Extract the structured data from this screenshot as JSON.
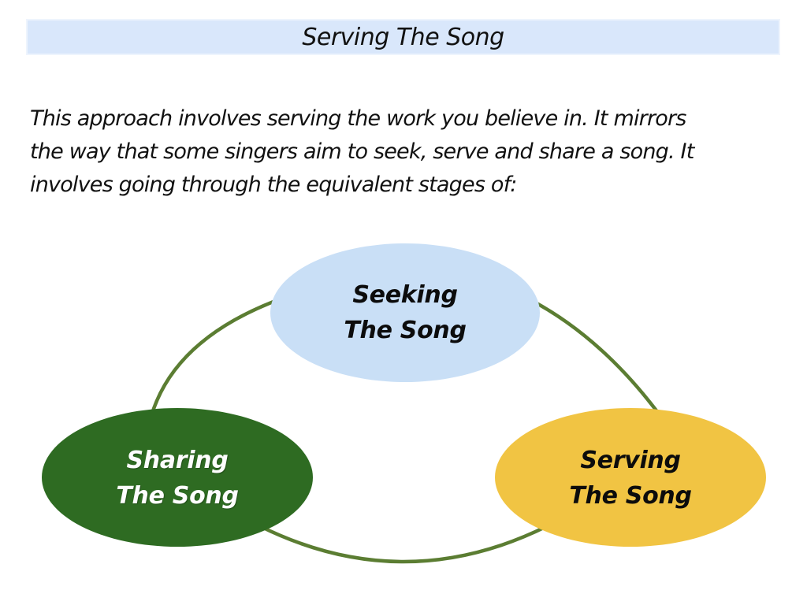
{
  "title": {
    "text": "Serving The Song"
  },
  "intro": {
    "lines": [
      "This approach involves serving the work you believe in. It mirrors",
      "the way that some singers aim to seek, serve and share a song. It",
      "involves going through the equivalent stages of:"
    ]
  },
  "diagram": {
    "type": "cycle",
    "connector_color": "#5b7d32",
    "nodes": [
      {
        "id": "seeking",
        "line1": "Seeking",
        "line2": "The Song",
        "fill": "#c9dff6",
        "text_color": "#0c0c0c",
        "position": "top"
      },
      {
        "id": "sharing",
        "line1": "Sharing",
        "line2": "The Song",
        "fill": "#2e6b22",
        "text_color": "#fdfdfd",
        "position": "bottom-left"
      },
      {
        "id": "serving",
        "line1": "Serving",
        "line2": "The Song",
        "fill": "#f1c443",
        "text_color": "#0c0c0c",
        "position": "bottom-right"
      }
    ]
  },
  "colors": {
    "title_bar_bg": "#d9e7fb",
    "title_bar_border": "#eef4fd",
    "body_text": "#111111",
    "background": "#ffffff"
  }
}
